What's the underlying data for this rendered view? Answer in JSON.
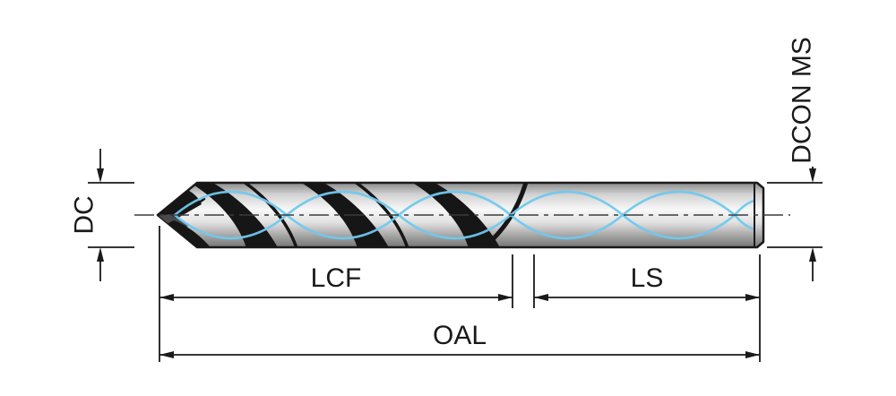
{
  "diagram": {
    "title": "drill-dimension-drawing",
    "labels": {
      "dc": "DC",
      "lcf": "LCF",
      "ls": "LS",
      "oal": "OAL",
      "dcon": "DCON MS"
    },
    "colors": {
      "background": "#ffffff",
      "outline": "#1a1a1a",
      "dimension": "#1a1a1a",
      "flute_dark": "#161616",
      "coolant_line": "#6ec9ee",
      "body_light": "#f8f8f8",
      "body_dark": "#777777"
    }
  }
}
